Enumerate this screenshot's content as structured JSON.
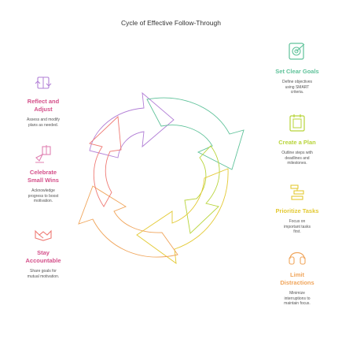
{
  "title": "Cycle of Effective Follow-Through",
  "colors": {
    "green": "#5fc29a",
    "yellowgreen": "#b8d43a",
    "yellow": "#e3c933",
    "orange": "#f0a55b",
    "red": "#ef7a74",
    "pink": "#e081b2",
    "purple": "#b27fd6",
    "label_text": "#d4508a"
  },
  "steps": [
    {
      "icon": "target-icon",
      "label": "Set Clear Goals",
      "desc": "Define objectives using SMART criteria."
    },
    {
      "icon": "plan-icon",
      "label": "Create a Plan",
      "desc": "Outline steps with deadlines and milestones."
    },
    {
      "icon": "prioritize-icon",
      "label": "Prioritize Tasks",
      "desc": "Focus on important tasks first."
    },
    {
      "icon": "headphones-icon",
      "label": "Limit Distractions",
      "desc": "Minimize interruptions to maintain focus."
    },
    {
      "icon": "handshake-icon",
      "label": "Stay Accountable",
      "desc": "Share goals for mutual motivation."
    },
    {
      "icon": "celebrate-icon",
      "label": "Celebrate Small Wins",
      "desc": "Acknowledge progress to boost motivation."
    },
    {
      "icon": "reflect-icon",
      "label": "Reflect and Adjust",
      "desc": "Assess and modify plans as needed."
    }
  ]
}
